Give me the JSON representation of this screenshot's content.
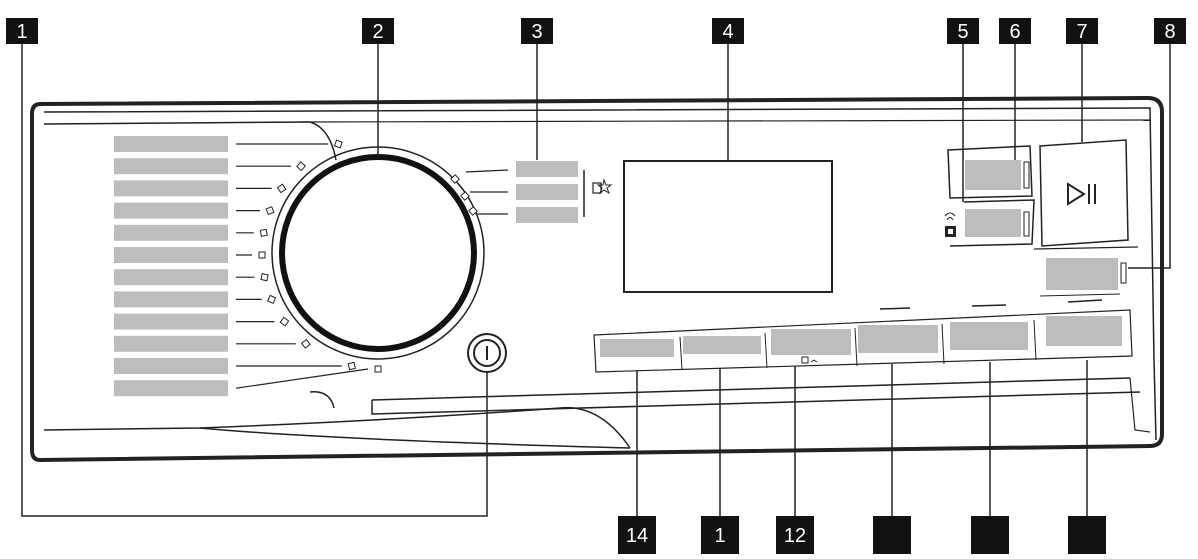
{
  "callouts_top": [
    "1",
    "2",
    "3",
    "4",
    "5",
    "6",
    "7",
    "8"
  ],
  "callouts_bottom": [
    "14",
    "1",
    "12",
    "",
    "",
    ""
  ],
  "icons": {
    "start_pause": "play-pause-icon",
    "favourite": "favourite-star-icon",
    "remote": "remote-control-icon",
    "steam": "steam-icon"
  },
  "program_list_count": 12,
  "colors": {
    "outline": "#222222",
    "label_box": "#111111",
    "placeholder": "#bdbdbd",
    "panel": "#ffffff"
  }
}
